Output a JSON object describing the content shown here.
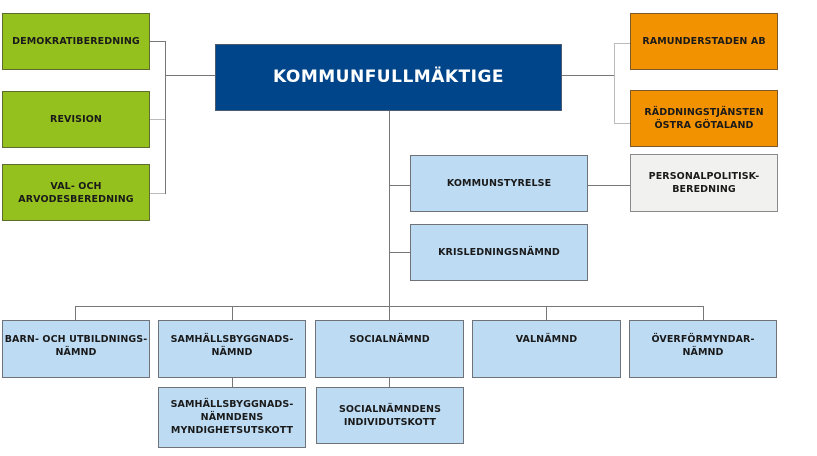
{
  "main": {
    "title": "KOMMUNFULLMÄKTIGE"
  },
  "left": [
    {
      "label": "DEMOKRATIBEREDNING"
    },
    {
      "label": "REVISION"
    },
    {
      "label": "VAL- OCH\nARVODESBEREDNING"
    }
  ],
  "right": [
    {
      "label": "RAMUNDERSTADEN AB"
    },
    {
      "label": "RÄDDNINGSTJÄNSTEN\nÖSTRA GÖTALAND"
    }
  ],
  "middle": [
    {
      "label": "KOMMUNSTYRELSE"
    },
    {
      "label": "KRISLEDNINGSNÄMND"
    }
  ],
  "side": {
    "label": "PERSONALPOLITISK-\nBEREDNING"
  },
  "bottom": [
    {
      "label": "BARN- OCH UTBILDNINGS-\nNÄMND"
    },
    {
      "label": "SAMHÄLLSBYGGNADS-\nNÄMND"
    },
    {
      "label": "SOCIALNÄMND"
    },
    {
      "label": "VALNÄMND"
    },
    {
      "label": "ÖVERFÖRMYNDAR-\nNÄMND"
    }
  ],
  "sub": [
    {
      "label": "SAMHÄLLSBYGGNADS-\nNÄMNDENS\nMYNDIGHETSUTSKOTT"
    },
    {
      "label": "SOCIALNÄMNDENS\nINDIVIDUTSKOTT"
    }
  ],
  "colors": {
    "navy": "#00458a",
    "green": "#95c11f",
    "orange": "#f39200",
    "blue": "#bddbf3",
    "grey": "#f1f1ef"
  }
}
